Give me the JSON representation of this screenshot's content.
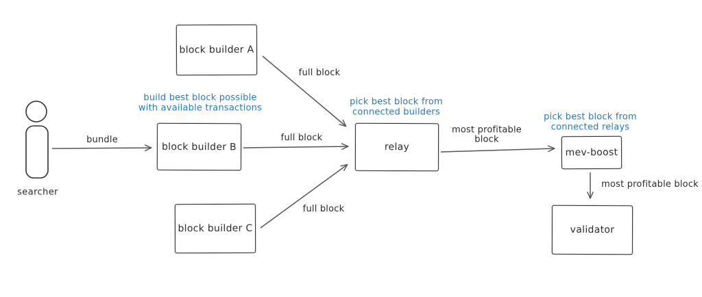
{
  "diagram": {
    "type": "flow-diagram",
    "background": "#ffffff",
    "colors": {
      "node_stroke": "#2f2f2f",
      "arrow_stroke": "#565656",
      "annotation_blue": "#2979c2",
      "text": "#2b2b2b"
    },
    "actor": {
      "label": "searcher"
    },
    "nodes": {
      "builder_a": {
        "label": "block builder A"
      },
      "builder_b": {
        "label": "block builder B"
      },
      "builder_c": {
        "label": "block builder C"
      },
      "relay": {
        "label": "relay"
      },
      "mev_boost": {
        "label": "mev-boost"
      },
      "validator": {
        "label": "validator"
      }
    },
    "edge_labels": {
      "bundle": "bundle",
      "full_block_a": "full block",
      "full_block_b": "full block",
      "full_block_c": "full block",
      "most_profitable_line1": "most profitable",
      "most_profitable_line2": "block",
      "most_profitable_block": "most profitable block"
    },
    "annotations": {
      "builder_line1": "build best block possible",
      "builder_line2": "with available transactions",
      "relay_line1": "pick best block from",
      "relay_line2": "connected builders",
      "mev_line1": "pick best block from",
      "mev_line2": "connected relays"
    }
  }
}
